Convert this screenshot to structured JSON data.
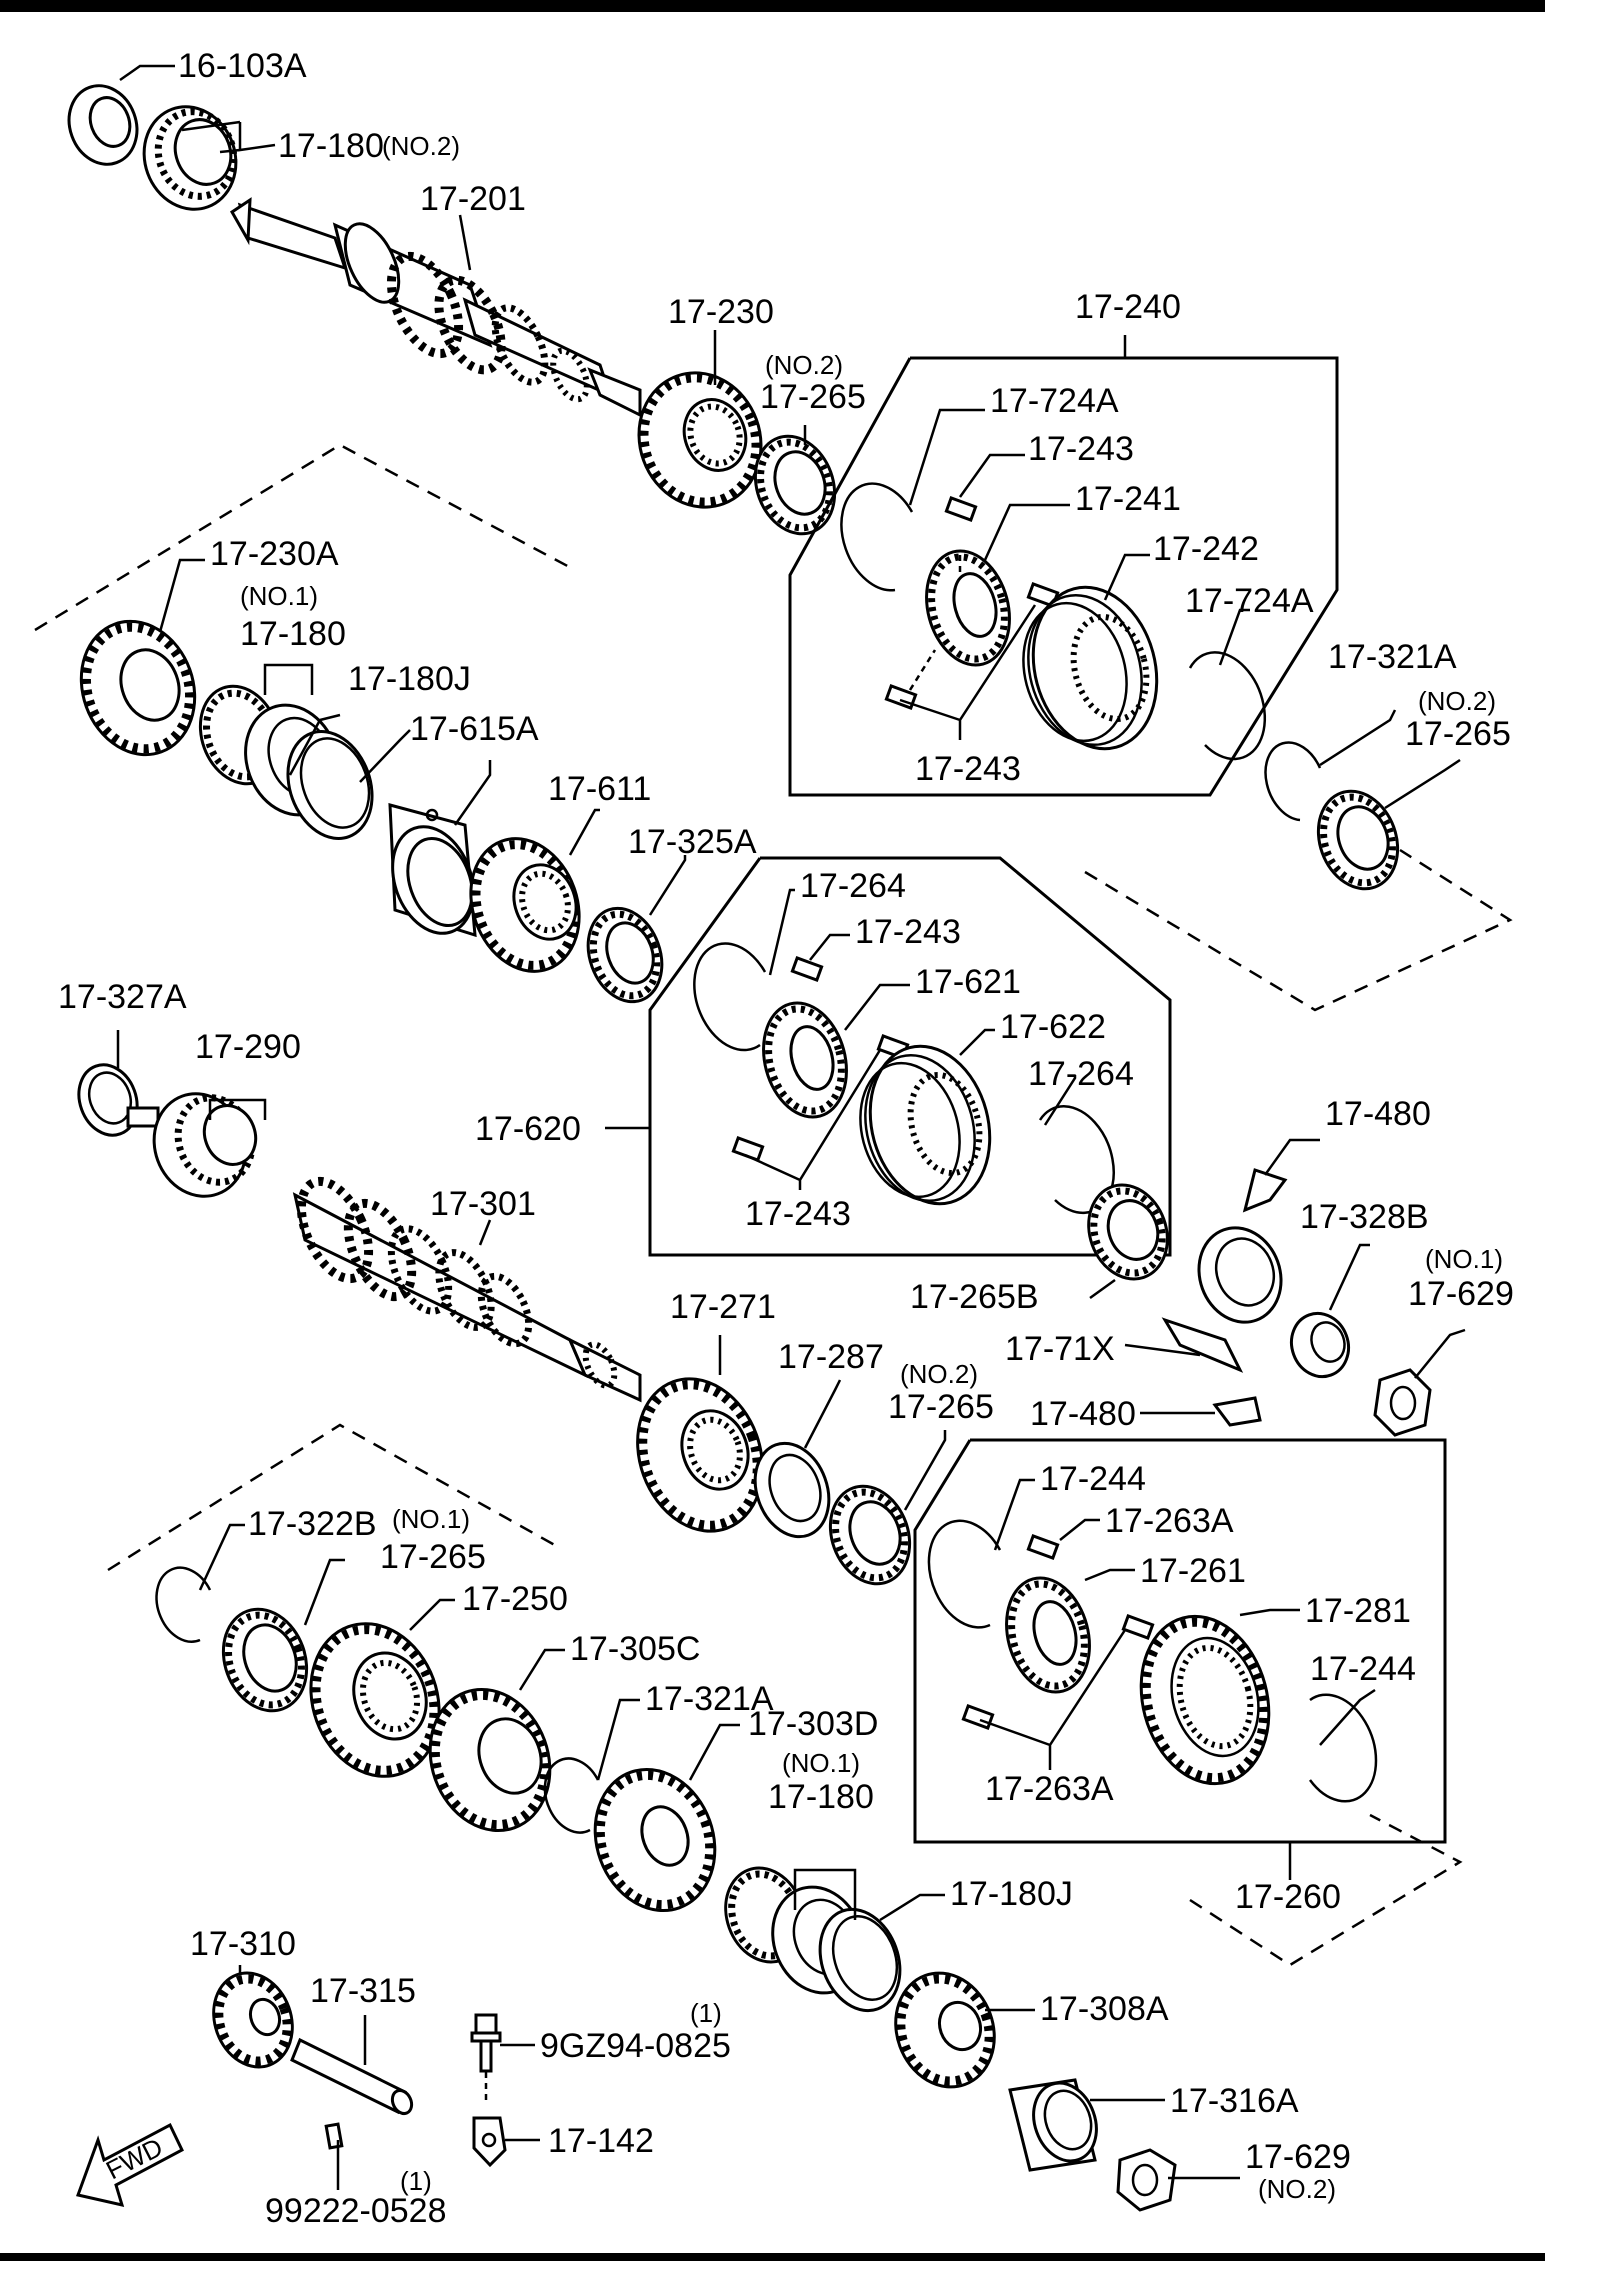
{
  "labels": [
    {
      "id": "l-16-103A",
      "text": "16-103A"
    },
    {
      "id": "l-17-180-no2",
      "text": "17-180"
    },
    {
      "id": "l-17-180-no2-q",
      "text": "(NO.2)"
    },
    {
      "id": "l-17-201",
      "text": "17-201"
    },
    {
      "id": "l-17-230",
      "text": "17-230"
    },
    {
      "id": "l-17-265-a-q",
      "text": "(NO.2)"
    },
    {
      "id": "l-17-265-a",
      "text": "17-265"
    },
    {
      "id": "l-17-240",
      "text": "17-240"
    },
    {
      "id": "l-17-724A-a",
      "text": "17-724A"
    },
    {
      "id": "l-17-243-a",
      "text": "17-243"
    },
    {
      "id": "l-17-241",
      "text": "17-241"
    },
    {
      "id": "l-17-242",
      "text": "17-242"
    },
    {
      "id": "l-17-724A-b",
      "text": "17-724A"
    },
    {
      "id": "l-17-243-b",
      "text": "17-243"
    },
    {
      "id": "l-17-230A",
      "text": "17-230A"
    },
    {
      "id": "l-17-180-no1-q",
      "text": "(NO.1)"
    },
    {
      "id": "l-17-180-no1",
      "text": "17-180"
    },
    {
      "id": "l-17-180J-a",
      "text": "17-180J"
    },
    {
      "id": "l-17-615A",
      "text": "17-615A"
    },
    {
      "id": "l-17-611",
      "text": "17-611"
    },
    {
      "id": "l-17-325A",
      "text": "17-325A"
    },
    {
      "id": "l-17-321A-a",
      "text": "17-321A"
    },
    {
      "id": "l-17-265-b-q",
      "text": "(NO.2)"
    },
    {
      "id": "l-17-265-b",
      "text": "17-265"
    },
    {
      "id": "l-17-264-a",
      "text": "17-264"
    },
    {
      "id": "l-17-243-c",
      "text": "17-243"
    },
    {
      "id": "l-17-621",
      "text": "17-621"
    },
    {
      "id": "l-17-622",
      "text": "17-622"
    },
    {
      "id": "l-17-264-b",
      "text": "17-264"
    },
    {
      "id": "l-17-620",
      "text": "17-620"
    },
    {
      "id": "l-17-243-d",
      "text": "17-243"
    },
    {
      "id": "l-17-327A",
      "text": "17-327A"
    },
    {
      "id": "l-17-290",
      "text": "17-290"
    },
    {
      "id": "l-17-301",
      "text": "17-301"
    },
    {
      "id": "l-17-480-a",
      "text": "17-480"
    },
    {
      "id": "l-17-328B",
      "text": "17-328B"
    },
    {
      "id": "l-17-629-a-q",
      "text": "(NO.1)"
    },
    {
      "id": "l-17-629-a",
      "text": "17-629"
    },
    {
      "id": "l-17-265B",
      "text": "17-265B"
    },
    {
      "id": "l-17-71X",
      "text": "17-71X"
    },
    {
      "id": "l-17-480-b",
      "text": "17-480"
    },
    {
      "id": "l-17-271",
      "text": "17-271"
    },
    {
      "id": "l-17-287",
      "text": "17-287"
    },
    {
      "id": "l-17-265-c-q",
      "text": "(NO.2)"
    },
    {
      "id": "l-17-265-c",
      "text": "17-265"
    },
    {
      "id": "l-17-244-a",
      "text": "17-244"
    },
    {
      "id": "l-17-263A-a",
      "text": "17-263A"
    },
    {
      "id": "l-17-261",
      "text": "17-261"
    },
    {
      "id": "l-17-281",
      "text": "17-281"
    },
    {
      "id": "l-17-244-b",
      "text": "17-244"
    },
    {
      "id": "l-17-263A-b",
      "text": "17-263A"
    },
    {
      "id": "l-17-260",
      "text": "17-260"
    },
    {
      "id": "l-17-322B",
      "text": "17-322B"
    },
    {
      "id": "l-17-265-d-q",
      "text": "(NO.1)"
    },
    {
      "id": "l-17-265-d",
      "text": "17-265"
    },
    {
      "id": "l-17-250",
      "text": "17-250"
    },
    {
      "id": "l-17-305C",
      "text": "17-305C"
    },
    {
      "id": "l-17-321A-b",
      "text": "17-321A"
    },
    {
      "id": "l-17-303D",
      "text": "17-303D"
    },
    {
      "id": "l-17-180-no1b-q",
      "text": "(NO.1)"
    },
    {
      "id": "l-17-180-no1b",
      "text": "17-180"
    },
    {
      "id": "l-17-180J-b",
      "text": "17-180J"
    },
    {
      "id": "l-17-308A",
      "text": "17-308A"
    },
    {
      "id": "l-17-316A",
      "text": "17-316A"
    },
    {
      "id": "l-17-629-b",
      "text": "17-629"
    },
    {
      "id": "l-17-629-b-q",
      "text": "(NO.2)"
    },
    {
      "id": "l-17-310",
      "text": "17-310"
    },
    {
      "id": "l-17-315",
      "text": "17-315"
    },
    {
      "id": "l-9GZ94-q",
      "text": "(1)"
    },
    {
      "id": "l-9GZ94-0825",
      "text": "9GZ94-0825"
    },
    {
      "id": "l-17-142",
      "text": "17-142"
    },
    {
      "id": "l-99222-q",
      "text": "(1)"
    },
    {
      "id": "l-99222-0528",
      "text": "99222-0528"
    },
    {
      "id": "l-fwd",
      "text": "FWD"
    }
  ]
}
